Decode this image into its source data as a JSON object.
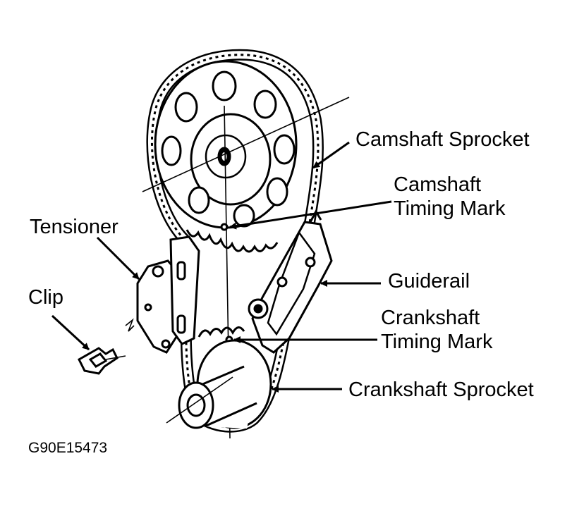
{
  "diagram": {
    "labels": {
      "camshaft_sprocket": "Camshaft Sprocket",
      "camshaft_timing_mark_line1": "Camshaft",
      "camshaft_timing_mark_line2": "Timing Mark",
      "tensioner": "Tensioner",
      "guiderail": "Guiderail",
      "clip": "Clip",
      "crankshaft_timing_mark_line1": "Crankshaft",
      "crankshaft_timing_mark_line2": "Timing Mark",
      "crankshaft_sprocket": "Crankshaft Sprocket"
    },
    "figure_code": "G90E15473"
  },
  "colors": {
    "ink": "#000000",
    "background": "#ffffff"
  }
}
